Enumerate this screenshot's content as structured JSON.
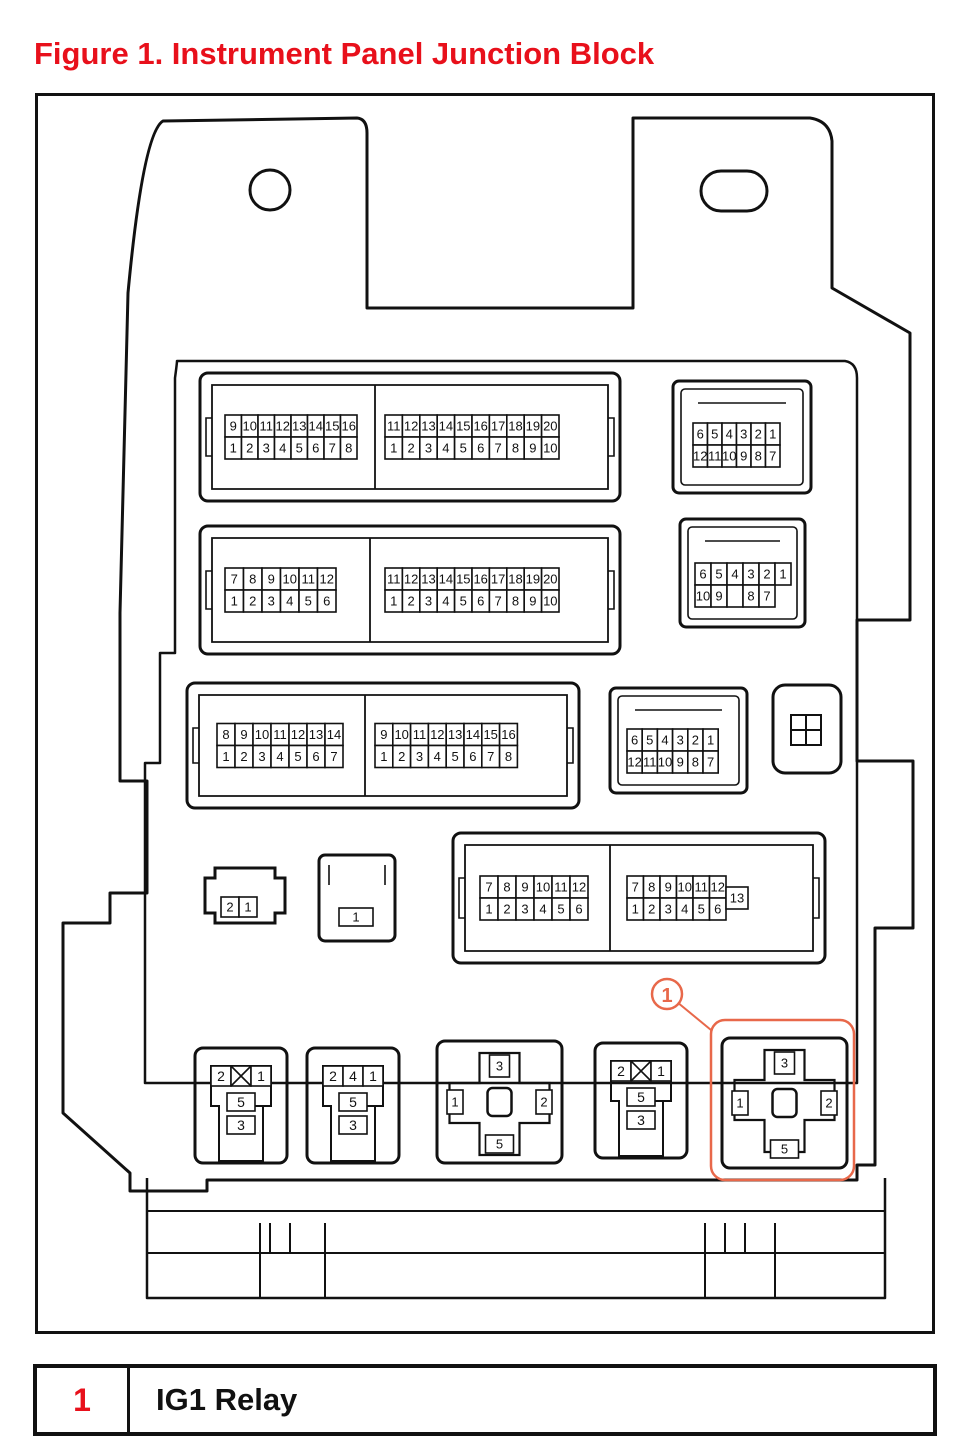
{
  "figure": {
    "title": "Figure 1. Instrument Panel Junction Block"
  },
  "colors": {
    "title": "#e8101b",
    "line": "#111111",
    "highlight": "#e8684a",
    "shade": "#d9d9d9"
  },
  "connectors": [
    {
      "id": "c1",
      "groups": [
        {
          "top": [
            "9",
            "10",
            "11",
            "12",
            "13",
            "14",
            "15",
            "16"
          ],
          "bottom": [
            "1",
            "2",
            "3",
            "4",
            "5",
            "6",
            "7",
            "8"
          ]
        },
        {
          "top": [
            "11",
            "12",
            "13",
            "14",
            "15",
            "16",
            "17",
            "18",
            "19",
            "20"
          ],
          "bottom": [
            "1",
            "2",
            "3",
            "4",
            "5",
            "6",
            "7",
            "8",
            "9",
            "10"
          ]
        }
      ]
    },
    {
      "id": "c2",
      "groups": [
        {
          "top": [
            "7",
            "8",
            "9",
            "10",
            "11",
            "12"
          ],
          "bottom": [
            "1",
            "2",
            "3",
            "4",
            "5",
            "6"
          ]
        },
        {
          "top": [
            "11",
            "12",
            "13",
            "14",
            "15",
            "16",
            "17",
            "18",
            "19",
            "20"
          ],
          "bottom": [
            "1",
            "2",
            "3",
            "4",
            "5",
            "6",
            "7",
            "8",
            "9",
            "10"
          ]
        }
      ]
    },
    {
      "id": "c3",
      "groups": [
        {
          "top": [
            "8",
            "9",
            "10",
            "11",
            "12",
            "13",
            "14"
          ],
          "bottom": [
            "1",
            "2",
            "3",
            "4",
            "5",
            "6",
            "7"
          ]
        },
        {
          "top": [
            "9",
            "10",
            "11",
            "12",
            "13",
            "14",
            "15",
            "16"
          ],
          "bottom": [
            "1",
            "2",
            "3",
            "4",
            "5",
            "6",
            "7",
            "8"
          ]
        }
      ]
    },
    {
      "id": "c4",
      "groups": [
        {
          "top": [
            "7",
            "8",
            "9",
            "10",
            "11",
            "12"
          ],
          "bottom": [
            "1",
            "2",
            "3",
            "4",
            "5",
            "6"
          ]
        },
        {
          "top": [
            "7",
            "8",
            "9",
            "10",
            "11",
            "12"
          ],
          "bottom": [
            "1",
            "2",
            "3",
            "4",
            "5",
            "6"
          ]
        }
      ],
      "extra": "13"
    },
    {
      "id": "s1",
      "top": [
        "6",
        "5",
        "4",
        "3",
        "2",
        "1"
      ],
      "bottom": [
        "12",
        "11",
        "10",
        "9",
        "8",
        "7"
      ]
    },
    {
      "id": "s2",
      "top": [
        "6",
        "5",
        "4",
        "3",
        "2",
        "1"
      ],
      "bottom": [
        "10",
        "9",
        "",
        "8",
        "7"
      ]
    },
    {
      "id": "s3",
      "top": [
        "6",
        "5",
        "4",
        "3",
        "2",
        "1"
      ],
      "bottom": [
        "12",
        "11",
        "10",
        "9",
        "8",
        "7"
      ]
    },
    {
      "id": "small1",
      "pins": [
        "2",
        "1"
      ]
    },
    {
      "id": "small2",
      "pins": [
        "1"
      ]
    }
  ],
  "relays": [
    {
      "id": "r1",
      "type": "mini",
      "top": [
        "2",
        "",
        "1"
      ],
      "mid": "5",
      "bottom": "3"
    },
    {
      "id": "r2",
      "type": "mini",
      "top": [
        "2",
        "4",
        "1"
      ],
      "mid": "5",
      "bottom": "3"
    },
    {
      "id": "r3",
      "type": "cross",
      "top": "3",
      "left": "1",
      "right": "2",
      "bottom": "5"
    },
    {
      "id": "r4",
      "type": "mini",
      "top": [
        "2",
        "",
        "1"
      ],
      "mid": "5",
      "bottom": "3"
    },
    {
      "id": "r5",
      "type": "cross",
      "top": "3",
      "left": "1",
      "right": "2",
      "bottom": "5"
    }
  ],
  "callout": {
    "number": "1"
  },
  "legend": {
    "number": "1",
    "label": "IG1 Relay"
  }
}
